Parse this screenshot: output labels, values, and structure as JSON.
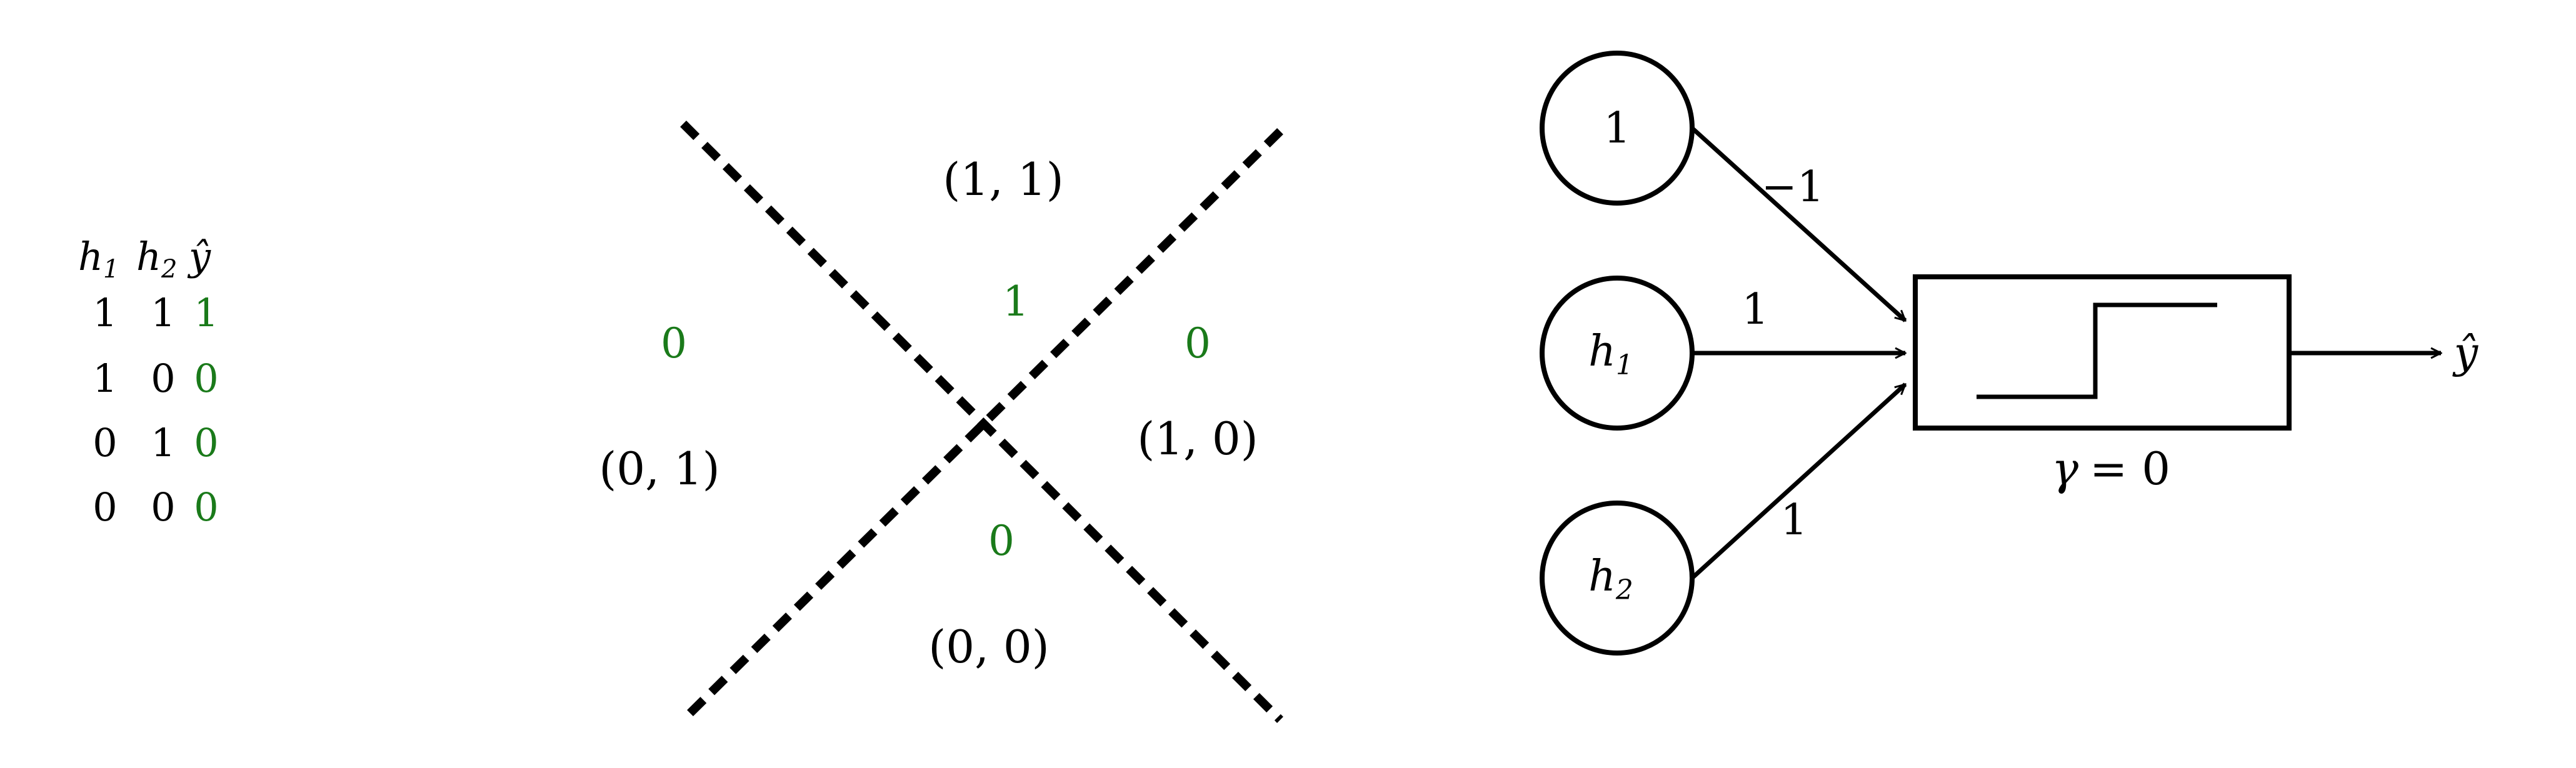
{
  "truth_table": {
    "headers": [
      "h",
      "h",
      "ŷ"
    ],
    "header_subscripts": [
      "1",
      "2"
    ],
    "rows": [
      {
        "h1": "1",
        "h2": "1",
        "y": "1"
      },
      {
        "h1": "1",
        "h2": "0",
        "y": "0"
      },
      {
        "h1": "0",
        "h2": "1",
        "y": "0"
      },
      {
        "h1": "0",
        "h2": "0",
        "y": "0"
      }
    ]
  },
  "region_diagram": {
    "coords": {
      "top": "(1, 1)",
      "left": "(0, 1)",
      "right": "(1, 0)",
      "bottom": "(0, 0)"
    },
    "outputs": {
      "top": "1",
      "left": "0",
      "right": "0",
      "bottom": "0"
    }
  },
  "perceptron": {
    "inputs": [
      {
        "label": "1",
        "subscript": "",
        "weight": "−1"
      },
      {
        "label": "h",
        "subscript": "1",
        "weight": "1"
      },
      {
        "label": "h",
        "subscript": "2",
        "weight": "1"
      }
    ],
    "threshold_symbol": "γ",
    "threshold_value": "= 0",
    "output_label": "ŷ"
  },
  "colors": {
    "output_green": "#1a7a1a",
    "ink": "#000000"
  }
}
